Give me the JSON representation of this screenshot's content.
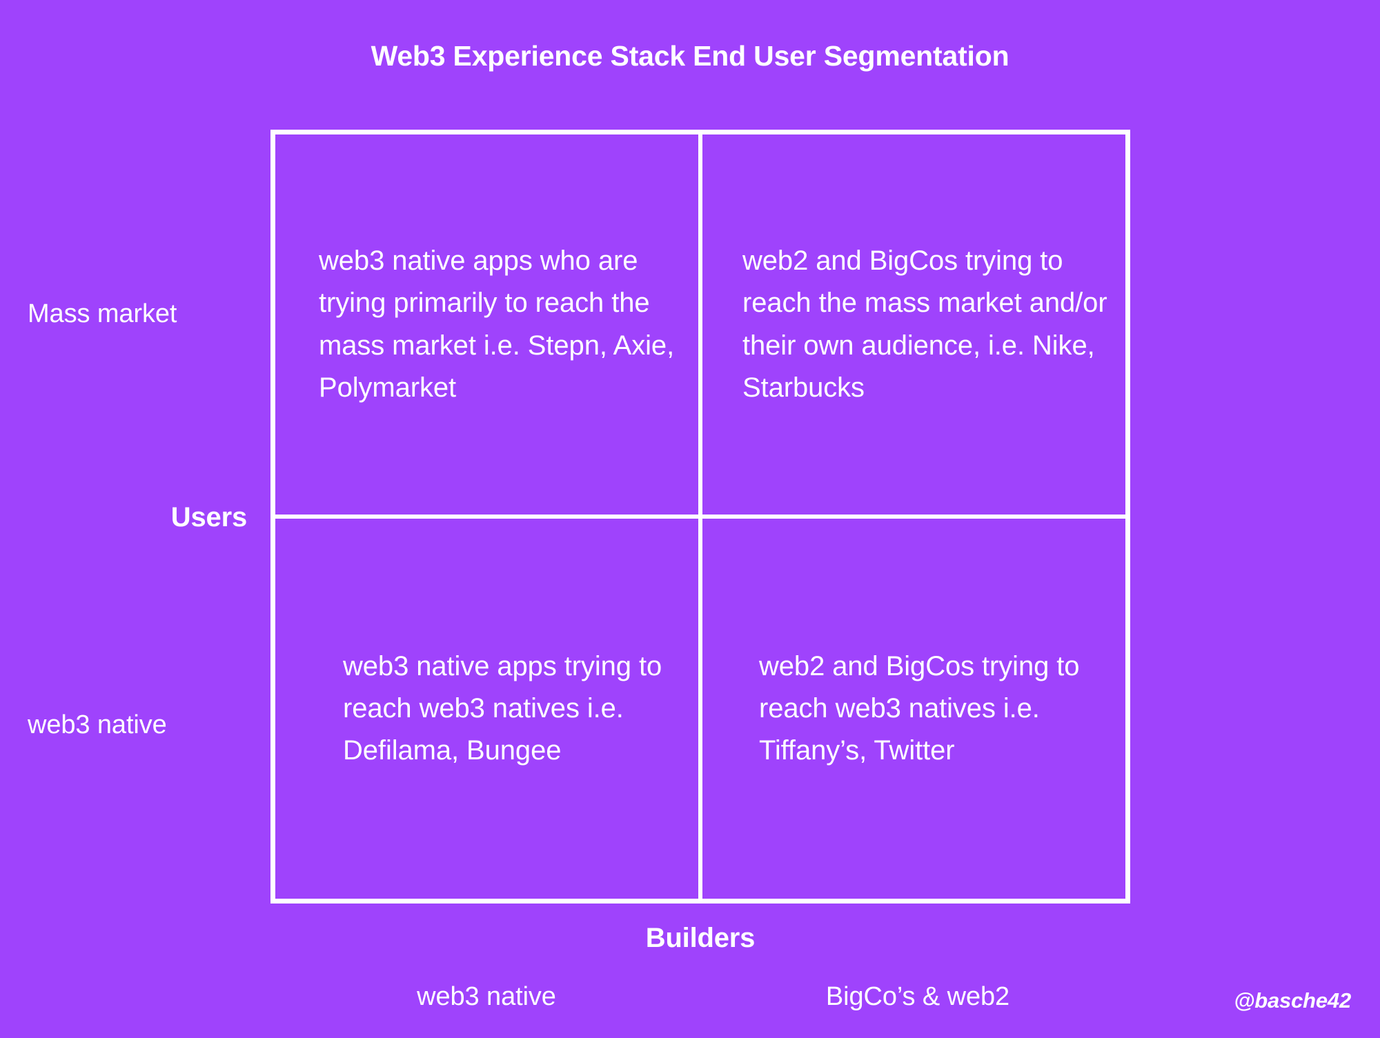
{
  "title": "Web3 Experience Stack End User Segmentation",
  "colors": {
    "background": "#9f43fc",
    "line": "#ffffff",
    "text": "#ffffff"
  },
  "axes": {
    "y": {
      "title": "Users",
      "ticks": [
        "Mass market",
        "web3 native"
      ]
    },
    "x": {
      "title": "Builders",
      "ticks": [
        "web3 native",
        "BigCo’s & web2"
      ]
    }
  },
  "quadrants": {
    "top_left": "web3 native apps who are trying primarily to reach the mass market i.e. Stepn, Axie, Polymarket",
    "top_right": "web2 and BigCos trying to reach the mass market and/or their own audience, i.e. Nike, Starbucks",
    "bottom_left": "web3 native apps trying to reach web3 natives i.e. Defilama, Bungee",
    "bottom_right": "web2 and BigCos trying to reach web3 natives i.e. Tiffany’s, Twitter"
  },
  "watermark": "@basche42",
  "chart_data": {
    "type": "table",
    "title": "Web3 Experience Stack End User Segmentation",
    "xlabel": "Builders",
    "ylabel": "Users",
    "x_categories": [
      "web3 native",
      "BigCo’s & web2"
    ],
    "y_categories": [
      "Mass market",
      "web3 native"
    ],
    "cells": [
      {
        "row": "Mass market",
        "column": "web3 native",
        "text": "web3 native apps who are trying primarily to reach the mass market i.e. Stepn, Axie, Polymarket",
        "examples": [
          "Stepn",
          "Axie",
          "Polymarket"
        ]
      },
      {
        "row": "Mass market",
        "column": "BigCo’s & web2",
        "text": "web2 and BigCos trying to reach the mass market and/or their own audience, i.e. Nike, Starbucks",
        "examples": [
          "Nike",
          "Starbucks"
        ]
      },
      {
        "row": "web3 native",
        "column": "web3 native",
        "text": "web3 native apps trying to reach web3 natives i.e. Defilama, Bungee",
        "examples": [
          "Defilama",
          "Bungee"
        ]
      },
      {
        "row": "web3 native",
        "column": "BigCo’s & web2",
        "text": "web2 and BigCos trying to reach web3 natives i.e. Tiffany’s, Twitter",
        "examples": [
          "Tiffany’s",
          "Twitter"
        ]
      }
    ],
    "grid": true,
    "legend": "none"
  }
}
